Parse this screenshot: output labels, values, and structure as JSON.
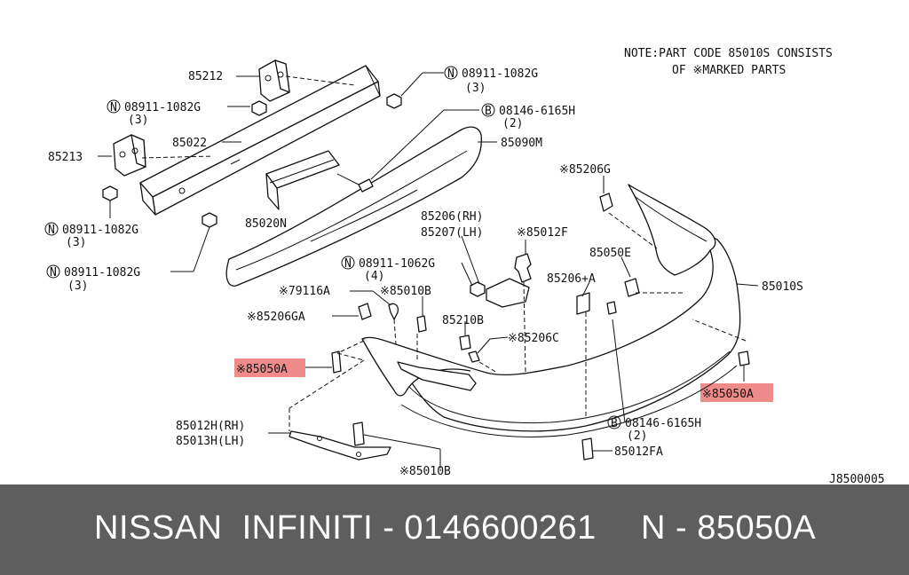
{
  "note": {
    "line1": "NOTE:PART CODE 85010S CONSISTS",
    "line2": "OF ※MARKED PARTS"
  },
  "labels": {
    "p85212": "85212",
    "nut_top_right": "08911-1082G",
    "nut_top_right_qty": "(3)",
    "nut_left_upper": "08911-1082G",
    "nut_left_upper_qty": "(3)",
    "bolt_b_top": "08146-6165H",
    "bolt_b_top_qty": "(2)",
    "p85022": "85022",
    "p85090m": "85090M",
    "p85213": "85213",
    "p85206g": "※85206G",
    "nut_left_mid": "08911-1082G",
    "nut_left_mid_qty": "(3)",
    "p85020n": "85020N",
    "p85206_rh": "85206(RH)",
    "p85207_lh": "85207(LH)",
    "p85012f": "※85012F",
    "nut_left_low": "08911-1082G",
    "nut_left_low_qty": "(3)",
    "nut_center": "08911-1062G",
    "nut_center_qty": "(4)",
    "p85050e": "85050E",
    "p85206_plus_a": "85206+A",
    "p85010s": "85010S",
    "p79116a": "※79116A",
    "p85010b_top": "※85010B",
    "p85206ga": "※85206GA",
    "p85210b": "85210B",
    "p85206c": "※85206C",
    "p85050a_left": "※85050A",
    "p85050a_right": "※85050A",
    "p85012h_rh": "85012H(RH)",
    "p85013h_lh": "85013H(LH)",
    "bolt_b_bottom": "08146-6165H",
    "bolt_b_bottom_qty": "(2)",
    "p85012fa": "85012FA",
    "p85010b_bottom": "※85010B",
    "ref": "J8500005",
    "n": "N",
    "b": "B"
  },
  "footer": {
    "brand": "NISSAN  INFINITI - 0146600261",
    "part": "N - 85050A"
  },
  "colors": {
    "highlight": "#f08b8b",
    "footer_bg": "#5e5e5e",
    "footer_text": "#ffffff"
  }
}
